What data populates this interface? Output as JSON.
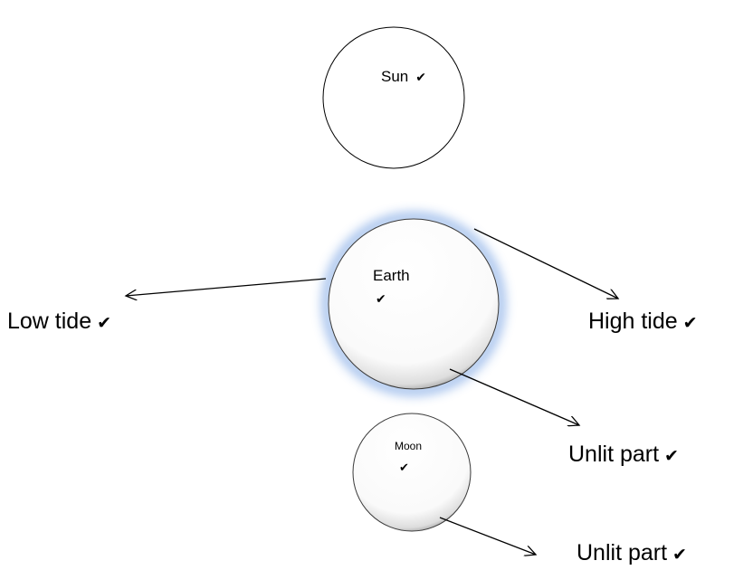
{
  "labels": {
    "sun": "Sun",
    "earth": "Earth",
    "moon": "Moon",
    "low_tide": "Low tide",
    "high_tide": "High tide",
    "unlit_earth": "Unlit part",
    "unlit_moon": "Unlit part"
  },
  "check_glyph": "✔",
  "colors": {
    "earth_glow": "#8fb2e8",
    "outline": "#000000",
    "shadow": "#606060"
  }
}
